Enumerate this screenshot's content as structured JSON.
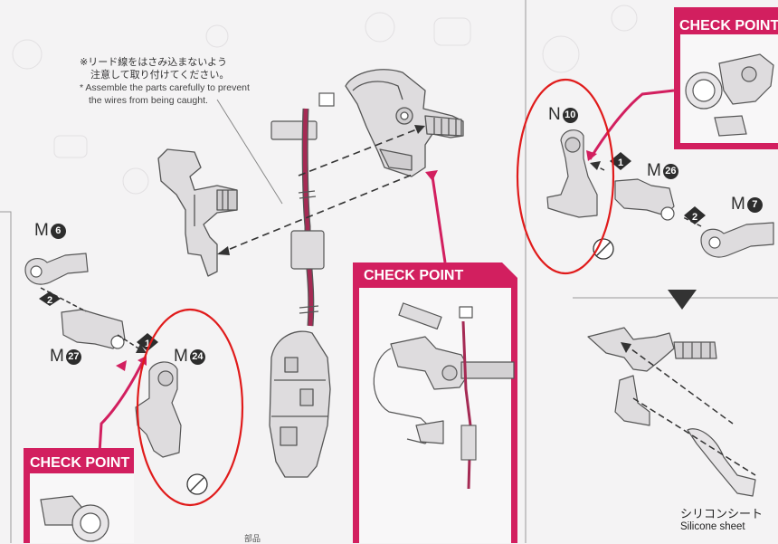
{
  "note": {
    "jp_line1": "※リード線をはさみ込まないよう",
    "jp_line2": "注意して取り付けてください。",
    "en_line1": "* Assemble the parts carefully to prevent",
    "en_line2": "the wires from being caught."
  },
  "check_point_label": "CHECK POINT",
  "check_points": [
    {
      "id": "top-right",
      "label": "CHECK POINT"
    },
    {
      "id": "center",
      "label": "CHECK POINT"
    },
    {
      "id": "bottom-left",
      "label": "CHECK POINT"
    }
  ],
  "parts": {
    "n10": {
      "letter": "N",
      "number": "10"
    },
    "m26": {
      "letter": "M",
      "number": "26"
    },
    "m7": {
      "letter": "M",
      "number": "7"
    },
    "m6": {
      "letter": "M",
      "number": "6"
    },
    "m27": {
      "letter": "M",
      "number": "27"
    },
    "m24": {
      "letter": "M",
      "number": "24"
    }
  },
  "steps": {
    "one": "1",
    "two": "2"
  },
  "silicone": {
    "jp": "シリコンシート",
    "en": "Silicone sheet"
  },
  "footer_fragment": "部品",
  "colors": {
    "magenta": "#d21f5f",
    "annotation_red": "#e01b1b",
    "line_art": "#555555",
    "part_fill": "#dedcde",
    "paper": "#f4f3f4"
  }
}
